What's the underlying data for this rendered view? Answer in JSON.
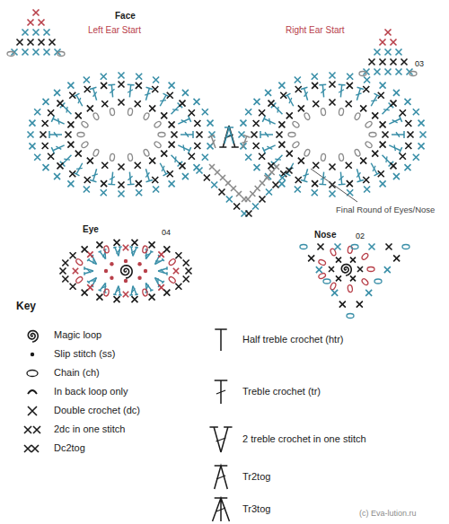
{
  "diagram": {
    "labels": [
      "Face",
      "Left Ear Start",
      "Right Ear Start",
      "03",
      "Final Round of Eyes/Nose",
      "Eye",
      "04",
      "Nose",
      "02",
      "Key",
      "(c) Eva-lution.ru"
    ],
    "legend": [
      {
        "text": "Magic loop"
      },
      {
        "text": "Slip stitch (ss)"
      },
      {
        "text": "Chain (ch)"
      },
      {
        "text": "In back loop only"
      },
      {
        "text": "Double crochet (dc)"
      },
      {
        "text": "2dc in one stitch"
      },
      {
        "text": "Dc2tog"
      },
      {
        "text": "Half treble crochet (htr)"
      },
      {
        "text": "Treble crochet (tr)"
      },
      {
        "text": "2 treble crochet in one stitch"
      },
      {
        "text": "Tr2tog"
      },
      {
        "text": "Tr3tog"
      }
    ]
  }
}
